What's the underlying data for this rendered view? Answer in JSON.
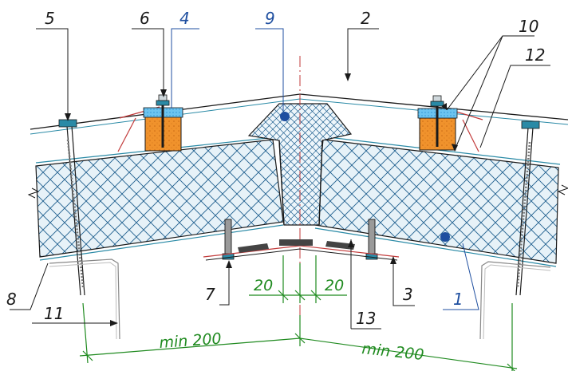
{
  "title": "",
  "colors": {
    "background": "#ffffff",
    "outline": "#1a1a1a",
    "insulation_fill": "#e7f2f8",
    "insulation_mesh": "#1f5f8f",
    "steel_edge": "#2a8aa6",
    "dimension_green": "#1f8a1f",
    "callout_blue": "#1f4fa0",
    "bracket_orange": "#f0922c",
    "gasket_blue": "#3aa7df",
    "flashing_red": "#c23a3a",
    "ridge_axis_red": "#c23a3a",
    "plate_dark": "#444444"
  },
  "callouts": [
    {
      "id": "1",
      "text": "1",
      "color": "blue"
    },
    {
      "id": "2",
      "text": "2",
      "color": "black"
    },
    {
      "id": "3",
      "text": "3",
      "color": "black"
    },
    {
      "id": "4",
      "text": "4",
      "color": "blue"
    },
    {
      "id": "5",
      "text": "5",
      "color": "black"
    },
    {
      "id": "6",
      "text": "6",
      "color": "black"
    },
    {
      "id": "7",
      "text": "7",
      "color": "black"
    },
    {
      "id": "8",
      "text": "8",
      "color": "black"
    },
    {
      "id": "9",
      "text": "9",
      "color": "blue"
    },
    {
      "id": "10",
      "text": "10",
      "color": "black"
    },
    {
      "id": "11",
      "text": "11",
      "color": "black"
    },
    {
      "id": "12",
      "text": "12",
      "color": "black"
    },
    {
      "id": "13",
      "text": "13",
      "color": "black"
    }
  ],
  "dimensions": {
    "gap_left": "20",
    "gap_right": "20",
    "min_left": "min  200",
    "min_right": "min  200"
  }
}
